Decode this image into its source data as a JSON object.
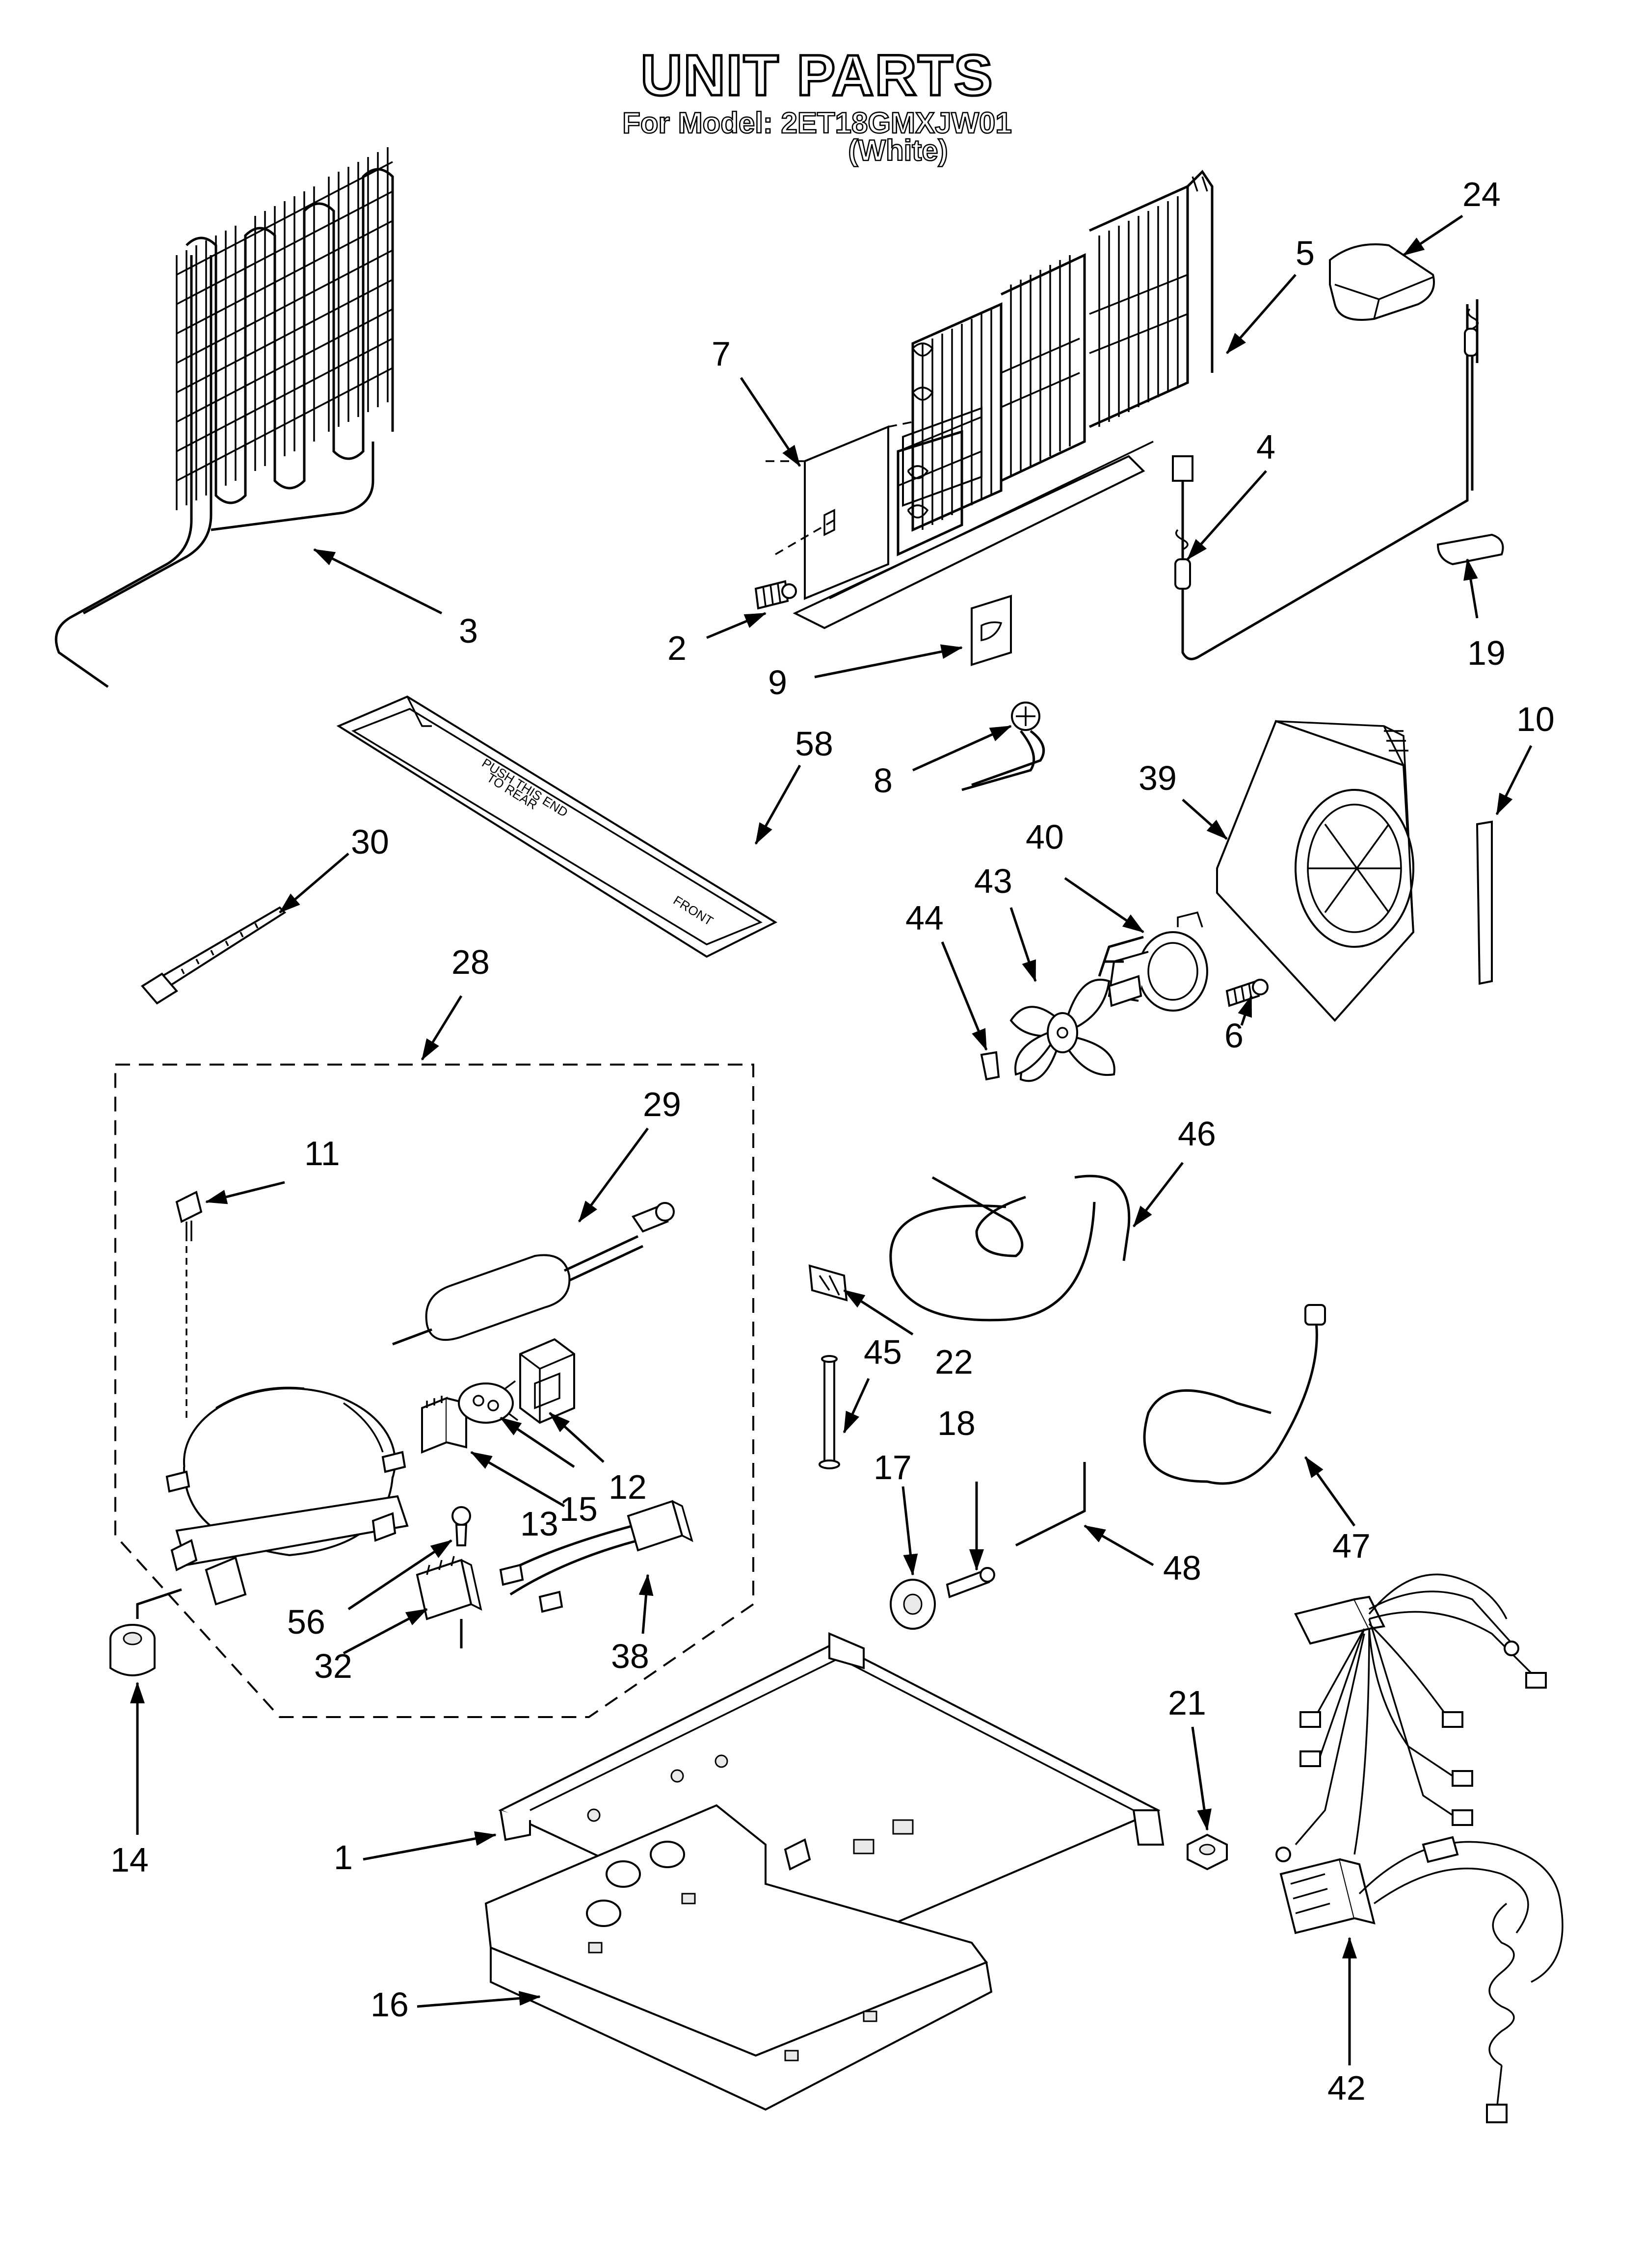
{
  "header": {
    "title": "UNIT PARTS",
    "model_line": "For Model: 2ET18GMXJW01",
    "color_line": "(White)"
  },
  "part_labels": {
    "p1": "1",
    "p2": "2",
    "p3": "3",
    "p4": "4",
    "p5": "5",
    "p6": "6",
    "p7": "7",
    "p8": "8",
    "p9": "9",
    "p10": "10",
    "p11": "11",
    "p12": "12",
    "p13": "13",
    "p14": "14",
    "p15": "15",
    "p16": "16",
    "p17": "17",
    "p18": "18",
    "p19": "19",
    "p21": "21",
    "p22": "22",
    "p24": "24",
    "p28": "28",
    "p29": "29",
    "p30": "30",
    "p32": "32",
    "p38": "38",
    "p39": "39",
    "p40": "40",
    "p42": "42",
    "p43": "43",
    "p44": "44",
    "p45": "45",
    "p46": "46",
    "p47": "47",
    "p48": "48",
    "p56": "56",
    "p58": "58"
  },
  "drip_tray_text": {
    "line1": "PUSH THIS END",
    "line2": "TO REAR",
    "front": "FRONT"
  }
}
